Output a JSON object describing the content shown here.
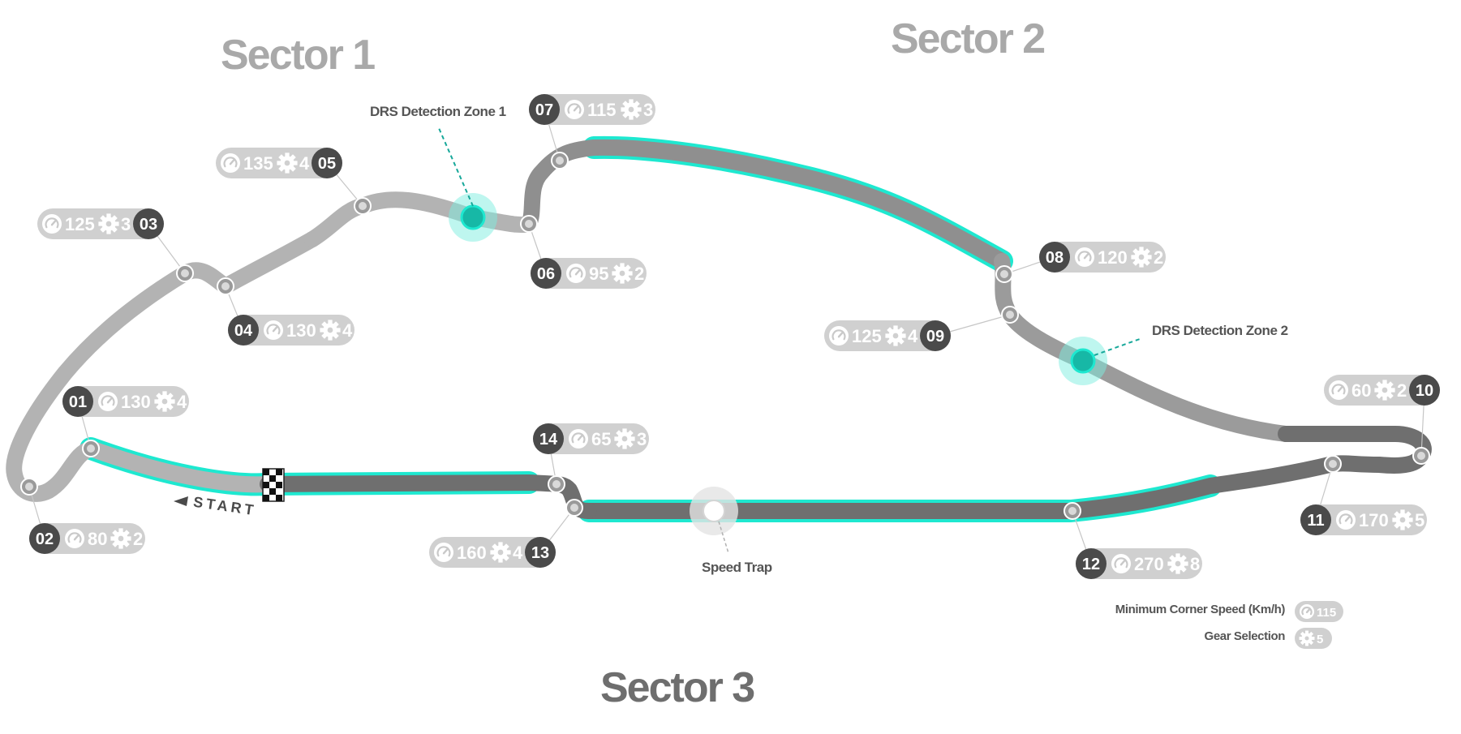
{
  "sectors": [
    {
      "label": "Sector 1"
    },
    {
      "label": "Sector 2"
    },
    {
      "label": "Sector 3"
    }
  ],
  "annotations": {
    "drs1": "DRS Detection Zone 1",
    "drs2": "DRS Detection Zone 2",
    "speed_trap": "Speed Trap",
    "start": "START"
  },
  "corners": [
    {
      "num": "01",
      "speed": "130",
      "gear": "4"
    },
    {
      "num": "02",
      "speed": "80",
      "gear": "2"
    },
    {
      "num": "03",
      "speed": "125",
      "gear": "3"
    },
    {
      "num": "04",
      "speed": "130",
      "gear": "4"
    },
    {
      "num": "05",
      "speed": "135",
      "gear": "4"
    },
    {
      "num": "06",
      "speed": "95",
      "gear": "2"
    },
    {
      "num": "07",
      "speed": "115",
      "gear": "3"
    },
    {
      "num": "08",
      "speed": "120",
      "gear": "2"
    },
    {
      "num": "09",
      "speed": "125",
      "gear": "4"
    },
    {
      "num": "10",
      "speed": "60",
      "gear": "2"
    },
    {
      "num": "11",
      "speed": "170",
      "gear": "5"
    },
    {
      "num": "12",
      "speed": "270",
      "gear": "8"
    },
    {
      "num": "13",
      "speed": "160",
      "gear": "4"
    },
    {
      "num": "14",
      "speed": "65",
      "gear": "3"
    }
  ],
  "legend": {
    "speed_label": "Minimum Corner Speed (Km/h)",
    "speed_example": "115",
    "gear_label": "Gear Selection",
    "gear_example": "5"
  },
  "colors": {
    "track_light": "#b3b3b3",
    "track_mid": "#8f8f8f",
    "track_dark": "#6f6f6f",
    "drs_highlight": "#1ee8d0",
    "badge_dark": "#4a4a4a",
    "pill_gray": "#d0d0d0"
  },
  "icons": {
    "speed": "gauge-icon",
    "gear": "gear-icon",
    "start": "checkered-flag-icon"
  }
}
